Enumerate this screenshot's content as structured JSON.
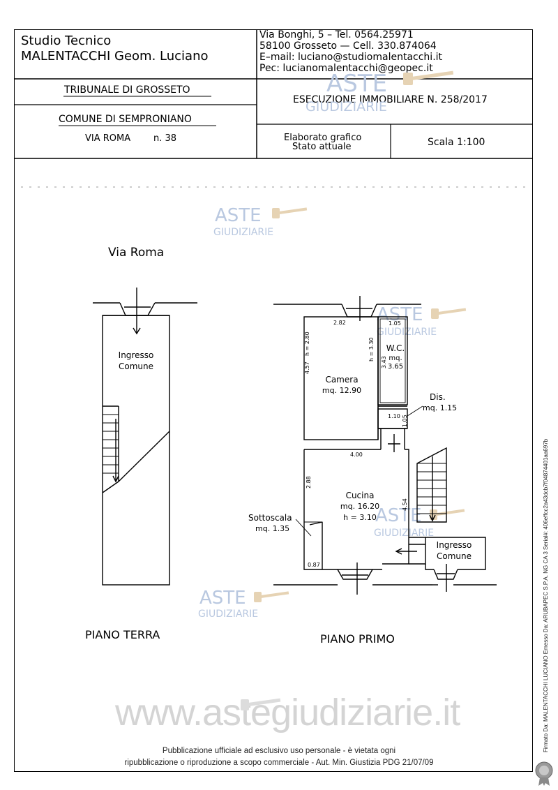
{
  "header": {
    "studio_line1": "Studio Tecnico",
    "studio_line2": "MALENTACCHI Geom. Luciano",
    "address": "Via Bonghi, 5 – Tel. 0564.25971",
    "city": "58100 Grosseto — Cell. 330.874064",
    "email": "E–mail: luciano@studiomalentacchi.it",
    "pec": "Pec: lucianomalentacchi@geopec.it",
    "tribunale": "TRIBUNALE DI GROSSETO",
    "esecuzione": "ESECUZIONE IMMOBILIARE N. 258/2017",
    "comune": "COMUNE DI SEMPRONIANO",
    "via": "VIA ROMA",
    "civico": "n. 38",
    "elaborato_line1": "Elaborato grafico",
    "elaborato_line2": "Stato attuale",
    "scala": "Scala 1:100"
  },
  "plan": {
    "street_label": "Via Roma",
    "ground_floor": {
      "title": "PIANO TERRA",
      "ingresso_line1": "Ingresso",
      "ingresso_line2": "Comune"
    },
    "first_floor": {
      "title": "PIANO PRIMO",
      "camera": {
        "name": "Camera",
        "area": "mq. 12.90",
        "height": "h = 2.80",
        "depth": "4.57",
        "width": "2.82"
      },
      "wc": {
        "name": "W.C.",
        "area": "mq.",
        "area_value": "3.65",
        "height": "h = 3.30",
        "depth": "3.43",
        "width": "1.05"
      },
      "dis": {
        "name": "Dis.",
        "area": "mq. 1.15",
        "width": "1.10",
        "depth": "1.05"
      },
      "cucina": {
        "name": "Cucina",
        "area": "mq. 16.20",
        "height": "h = 3.10",
        "width": "4.00",
        "depth_left": "2.88",
        "depth_right": "4.54"
      },
      "sottoscala": {
        "name": "Sottoscala",
        "area": "mq. 1.35",
        "width": "0.87"
      },
      "ingresso_line1": "Ingresso",
      "ingresso_line2": "Comune"
    }
  },
  "watermarks": {
    "aste": "ASTE",
    "giudiziarie": "GIUDIZIARIE",
    "site": "www.astegiudiziarie.it"
  },
  "footer": {
    "line1": "Pubblicazione ufficiale ad esclusivo uso personale - è vietata ogni",
    "line2": "ripubblicazione o riproduzione a scopo commerciale - Aut. Min. Giustizia PDG 21/07/09"
  },
  "signature": "Firmato Da: MALENTACCHI LUCIANO Emesso Da: ARUBAPEC S.P.A. NG CA 3 Serial#: 406effcc2a43dcb7f04874401aa697b"
}
